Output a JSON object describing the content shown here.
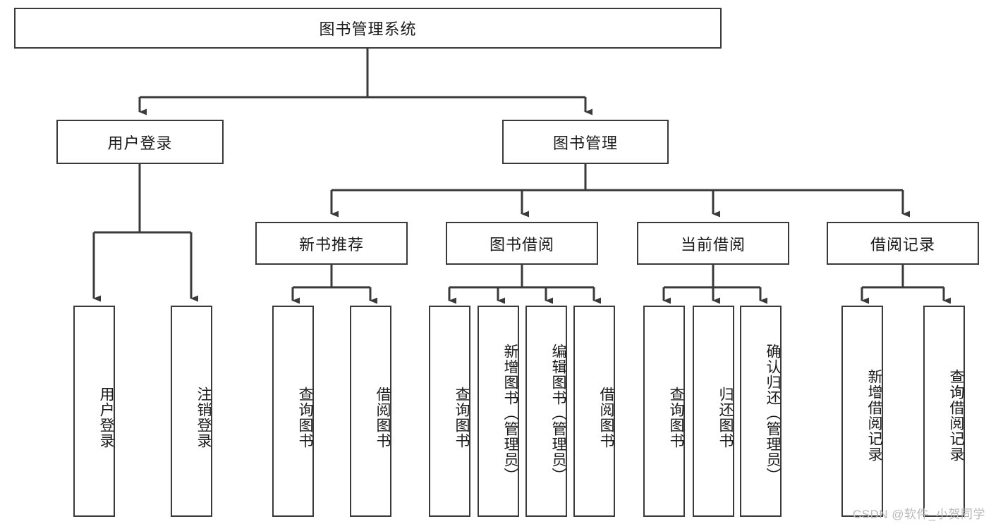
{
  "diagram": {
    "title": "图书管理系统",
    "type": "hierarchy-tree",
    "watermark": "CSDN @软件_小贺同学",
    "colors": {
      "box_border": "#3a3a3a",
      "box_fill": "#ffffff",
      "connector": "#3a3a3a",
      "text": "#1a1a1a",
      "watermark": "#b9b9b9"
    },
    "levels": {
      "level1": [
        {
          "id": "root",
          "label": "图书管理系统"
        }
      ],
      "level2": [
        {
          "id": "user-login",
          "label": "用户登录"
        },
        {
          "id": "book-management",
          "label": "图书管理"
        }
      ],
      "level3": [
        {
          "id": "new-book-recommend",
          "label": "新书推荐"
        },
        {
          "id": "book-borrow",
          "label": "图书借阅"
        },
        {
          "id": "current-borrow",
          "label": "当前借阅"
        },
        {
          "id": "borrow-record",
          "label": "借阅记录"
        }
      ],
      "level4": [
        {
          "id": "leaf-user-login",
          "label": "用户登录",
          "parent": "user-login"
        },
        {
          "id": "leaf-logout-login",
          "label": "注销登录",
          "parent": "user-login"
        },
        {
          "id": "leaf-query-book-1",
          "label": "查询图书",
          "parent": "new-book-recommend"
        },
        {
          "id": "leaf-borrow-book-1",
          "label": "借阅图书",
          "parent": "new-book-recommend"
        },
        {
          "id": "leaf-query-book-2",
          "label": "查询图书",
          "parent": "book-borrow"
        },
        {
          "id": "leaf-add-book",
          "label": "新增图书（管理员）",
          "parent": "book-borrow"
        },
        {
          "id": "leaf-edit-book",
          "label": "编辑图书（管理员）",
          "parent": "book-borrow"
        },
        {
          "id": "leaf-borrow-book-2",
          "label": "借阅图书",
          "parent": "book-borrow"
        },
        {
          "id": "leaf-query-book-3",
          "label": "查询图书",
          "parent": "current-borrow"
        },
        {
          "id": "leaf-return-book",
          "label": "归还图书",
          "parent": "current-borrow"
        },
        {
          "id": "leaf-confirm-return",
          "label": "确认归还（管理员）",
          "parent": "current-borrow"
        },
        {
          "id": "leaf-add-record",
          "label": "新增借阅记录",
          "parent": "borrow-record"
        },
        {
          "id": "leaf-query-record",
          "label": "查询借阅记录",
          "parent": "borrow-record"
        }
      ]
    }
  }
}
